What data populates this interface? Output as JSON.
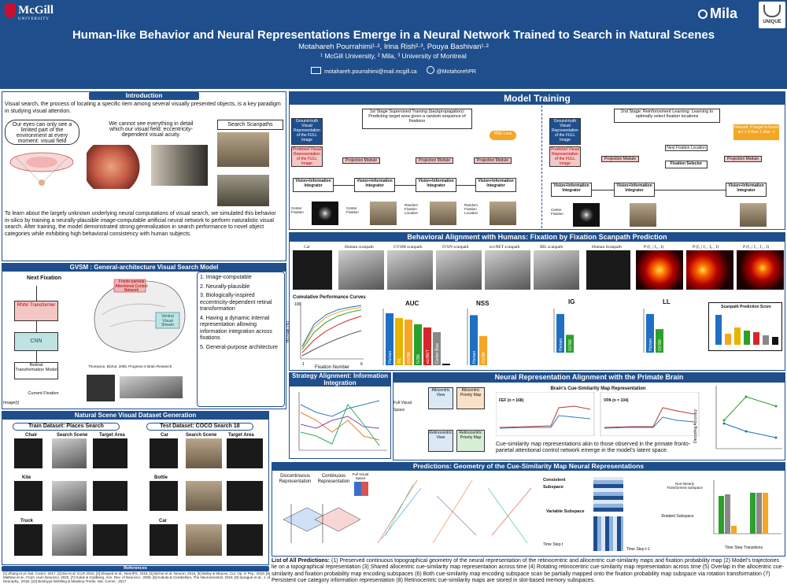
{
  "header": {
    "mcgill_word": "McGill",
    "mcgill_sub": "UNIVERSITY",
    "mila_word": "Mila",
    "unique_word": "UNIQUE",
    "title": "Human-like Behavior and Neural Representations Emerge in a Neural Network Trained to Search in Natural Scenes",
    "authors": "Motahareh Pourrahimi¹·², Irina Rish²·³, Pouya Bashivan¹·²",
    "affiliations": "¹ McGill University, ² Mila, ³ University of Montreal",
    "email": "motahareh.pourrahimi@mail.mcgill.ca",
    "twitter": "@MotahorehPR"
  },
  "intro": {
    "heading": "Introduction",
    "para1": "Visual search, the process of locating a specific item among several visually presented objects, is a key paradigm in studying visual attention.",
    "callout1": "Our eyes can only see a limited part of the environment at every moment: visual field",
    "callout2": "We cannot see everything in detail which our visual field: eccentricity-dependent visual acuity.",
    "callout3": "Search Scanpaths",
    "para2": "To learn about the largely unknown underlying neural computations of visual search, we simulated this behavior in-silico by training a neurally-plausible image-computable artificial neural network to perform naturalistic visual search. After training, the model demonstrated strong generalization in search performance to novel object categories while exhibiting high behavioral consistency with human subjects."
  },
  "gsvm": {
    "heading": "GVSM : General-architecture Visual Search Model",
    "next_fixation": "Next Fixation",
    "rnn": "RNN/ Transformer",
    "cnn": "CNN",
    "retinal": "Retinal Transformation Model",
    "current_fixation": "Current Fixation",
    "image": "Image(t)",
    "fp_network": "Fronto-parietal Attentional Control Network",
    "ventral": "Ventral Visual Stream",
    "citation": "Thompson, Bichot, 2005, Progress in Brain Research.",
    "list": [
      "1. Image-computable",
      "2. Neurally-plausible",
      "3. Biologically-inspired eccentricity-dependent retinal transformation",
      "4. Having a dynamic internal representation allowing information integration across fixations",
      "5. General-purpose architecture"
    ]
  },
  "dataset": {
    "heading": "Natural Scene Visual Dataset Generation",
    "train": "Train Dataset: Places Search",
    "test": "Test Dataset: COCO Search 18",
    "col_chair": "Chair",
    "col_search_scene": "Search Scene",
    "col_target_area": "Target Area",
    "col_car": "Car",
    "kite": "Kite",
    "truck": "Truck",
    "bottle": "Bottle",
    "car2": "Car"
  },
  "references": {
    "heading": "References",
    "text": "[1] Zhang et al. Nat. Comm. 2017, [2] Bai et al. ICLR 2015, [3] Elsayed et al., NeurIPS, 2019, [4] Bichot et al. Neuron, 2015, [5] Bisley & Mirpour, Cur. Op. in Psy., 2019, [6] Mathew et al., Front. Hum Neurosci, 2020, [7] Golub & Goldberg, Ann. Rev. of Neurosci., 2009, [8] Kubota & Cerebellum, The Neuroscientist, 2016, [9] Sprague et al., J. of Neurophy., 2018, [10] Benkiyya Wohlling & Manikny-Tredin, Nat. Comm., 2017"
  },
  "model_training": {
    "heading": "Model Training",
    "stage1": "1st Stage Supervised Training (backpropagation): Predicting target area given a random sequence of fixations",
    "stage2": "2nd Stage: Reinforcement Learning: Learning to optimally select fixation locations",
    "gt_visual": "Ground-truth Visual Representation of the FULL Image",
    "pred_visual": "Predicted Visual Representation of the FULL Image",
    "projection": "Projection Module",
    "integrator": "Vision+Information Integrator",
    "center_fixation": "Center Fixation",
    "random_fixation": "Random Fixation Location",
    "mse": "MSE Loss",
    "next_fix_loc": "Next Fixation Location",
    "fix_selector": "Fixation Selector",
    "reward": "Reward: If target is found at t > 0 then 1 else -1"
  },
  "behavioral": {
    "heading": "Behavioral Alignment with Humans: Fixation by Fixation Scanpath Prediction",
    "cols": [
      "Car",
      "Human scanpath",
      "GVSM scanpath",
      "IVSN scanpath",
      "eccNET scanpath",
      "IRL scanpath",
      "Human Scanpath",
      "P (f₁ | f₀ , I)",
      "P (f₂ | f₁ , f₀ , I)",
      "P (f₃ | f₂ , f₁ , I)"
    ],
    "cum_title": "Cumulative Performance Curves",
    "auc": "AUC",
    "nss": "NSS",
    "ig": "IG",
    "ll": "LL",
    "hit_rate": "Hit Rate (%)",
    "fix_number": "Fixation Number",
    "scanpath_score": "Scanpath Prediction Score",
    "auc_labels": [
      "Human",
      "IRL",
      "GVSM",
      "IVSN",
      "eccNET",
      "Center Bias",
      "Uniform"
    ],
    "nss_labels": [
      "Human",
      "GVSM"
    ],
    "ig_labels": [
      "Human",
      "GVSM"
    ],
    "ll_labels": [
      "Human",
      "GVSM"
    ],
    "axis_08": "0.8",
    "axis_06": "0.6",
    "axis_04": "0.4",
    "axis_02": "0.2",
    "x_1": "1",
    "x_6": "6",
    "y_100": "100"
  },
  "strategy": {
    "heading": "Strategy Alignment: Information Integration"
  },
  "neural": {
    "heading": "Neural Representation Alignment with the Primate Brain",
    "allocentric": "Allocentric View",
    "allocentric_map": "Allocentric Priority Map",
    "retinocentric": "Retinocentric View",
    "retinocentric_map": "Retinocentric Priority Map",
    "full_visual": "Full Visual Space",
    "brain_title": "Brain's Cue-Similarity Map Representation",
    "fef": "FEF (n = 168)",
    "vpa": "VPA (n = 104)",
    "caption": "Cue-similarity map representations akin to those observed in the primate fronto-parietal attentional control network emerge in the model's latent space.",
    "decoding": "Decoding Accuracy"
  },
  "predictions": {
    "heading": "Predictions: Geometry of the Cue-Similarity Map Neural Representations",
    "discontinuous": "Discontinuous Representation",
    "continuous": "Continuous Representation",
    "full_visual": "Full Visual Space",
    "consistent": "Consistent Subspace",
    "variable": "Variable Subspace",
    "time_step": "Time Step t",
    "time_step_prev": "Time Step t-1",
    "time_step_trans": "Time Step Transitions",
    "rotated": "Rotated Subspace",
    "non_linear": "Non-linearly Transformed subspace",
    "decoding": "Decoding Accuracy"
  },
  "all_predictions": {
    "lead": "List of All Predictions:",
    "text": "(1) Preserved continuous topographical geometry of the neural representation of the retinocentric and allocentric cue-similarity maps and fixation probability map (2) Model's trajectories lie on a topographical representation (3) Shared allocentric cue-similarity map representation across time (4) Rotating retinocentric cue-similarity map representation across time (5) Overlap in the allocentric cue-similarity and fixation probability map encoding subspaces (6) Both cue-similarity map encoding subspace scan be partially mapped onto the fixation probability map subspace via rotation transformation (7) Persistent cue category information representation (8) Retinocentric cue-similarity maps are stored in slot-based memory subspaces."
  },
  "colors": {
    "primary": "#1f4e8c",
    "accent_orange": "#f5a623",
    "accent_red": "#c8102e"
  },
  "chart_data": [
    {
      "type": "bar",
      "title": "AUC",
      "categories": [
        "Human",
        "IRL",
        "GVSM",
        "IVSN",
        "eccNET",
        "Center Bias",
        "Uniform"
      ],
      "values": [
        0.83,
        0.8,
        0.79,
        0.76,
        0.74,
        0.71,
        0.5
      ],
      "ylim": [
        0.5,
        0.85
      ]
    },
    {
      "type": "bar",
      "title": "NSS",
      "categories": [
        "Human",
        "GVSM"
      ],
      "values": [
        2.4,
        1.4
      ]
    },
    {
      "type": "bar",
      "title": "IG",
      "categories": [
        "Human",
        "GVSM"
      ],
      "values": [
        1.3,
        0.6
      ]
    },
    {
      "type": "bar",
      "title": "LL",
      "categories": [
        "Human",
        "GVSM"
      ],
      "values": [
        2.3,
        1.4
      ]
    }
  ]
}
